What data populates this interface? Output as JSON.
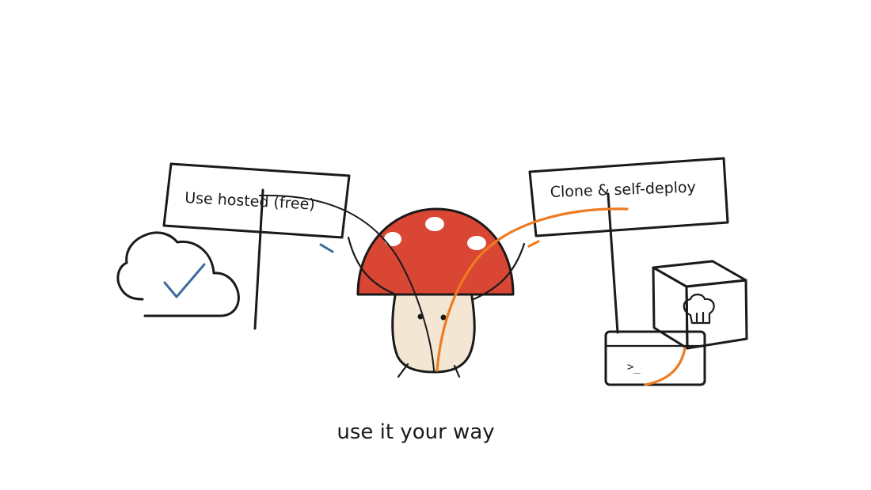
{
  "signs": {
    "hosted_label": "Use hosted (free)",
    "self_deploy_label": "Clone & self-deploy"
  },
  "terminal": {
    "prompt": ">_"
  },
  "caption": "use it your way",
  "colors": {
    "ink": "#1a1a1a",
    "mushroom_cap": "#d94634",
    "mushroom_stem": "#f3e7d3",
    "accent_orange": "#ee7b22",
    "check_blue": "#3d6d9c",
    "background": "#ffffff"
  },
  "icons": [
    "cloud-icon",
    "checkmark-icon",
    "terminal-icon",
    "box-icon",
    "mushroom-character"
  ]
}
